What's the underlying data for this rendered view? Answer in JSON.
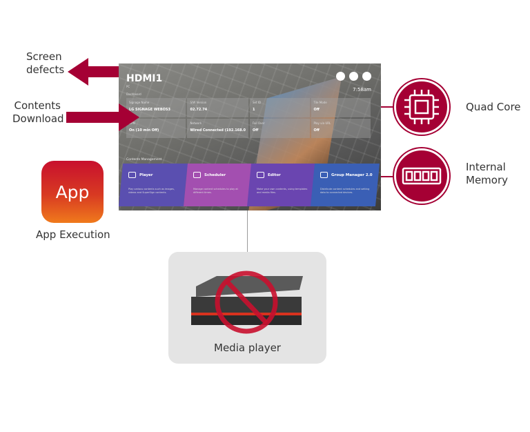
{
  "labels": {
    "screen_defects": [
      "Screen",
      "defects"
    ],
    "contents_download": [
      "Contents",
      "Download"
    ],
    "app_execution": "App Execution",
    "quad_core": "Quad Core",
    "internal_memory": [
      "Internal",
      "Memory"
    ],
    "media_player": "Media player"
  },
  "app_icon": {
    "text": "App"
  },
  "colors": {
    "accent": "#a50034",
    "app_top": "#c8102e",
    "app_bottom": "#f07a1c",
    "player_tile": "#5a4fb0",
    "scheduler_tile": "#a34fb0",
    "editor_tile": "#6a45b0",
    "group_tile": "#3a5fb5"
  },
  "screen": {
    "title": "HDMI1",
    "subtitle": "PC",
    "dashboard": "Dashboard",
    "time": "7:58am",
    "cards": [
      {
        "key": "Signage Name",
        "value": "LG SIGNAGE WEBOS3"
      },
      {
        "key": "S/W Version",
        "value": "02.72.74"
      },
      {
        "key": "Set ID",
        "value": "1"
      },
      {
        "key": "Tile Mode",
        "value": "Off"
      },
      {
        "key": "DPM",
        "value": "On (10 min Off)"
      },
      {
        "key": "Network",
        "value": "Wired Connected (192.168.0"
      },
      {
        "key": "Fail Over",
        "value": "Off"
      },
      {
        "key": "Play via URL",
        "value": "Off"
      }
    ],
    "contents_management": "Contents Management",
    "tiles": [
      {
        "title": "Player",
        "desc": "Play various contents such as images, videos and SuperSign contents."
      },
      {
        "title": "Scheduler",
        "desc": "Manage content schedules to play at different times."
      },
      {
        "title": "Editor",
        "desc": "Make your own contents, using templates and media files."
      },
      {
        "title": "Group Manager 2.0",
        "desc": "Distribute content schedules and setting data to connected devices."
      }
    ]
  }
}
